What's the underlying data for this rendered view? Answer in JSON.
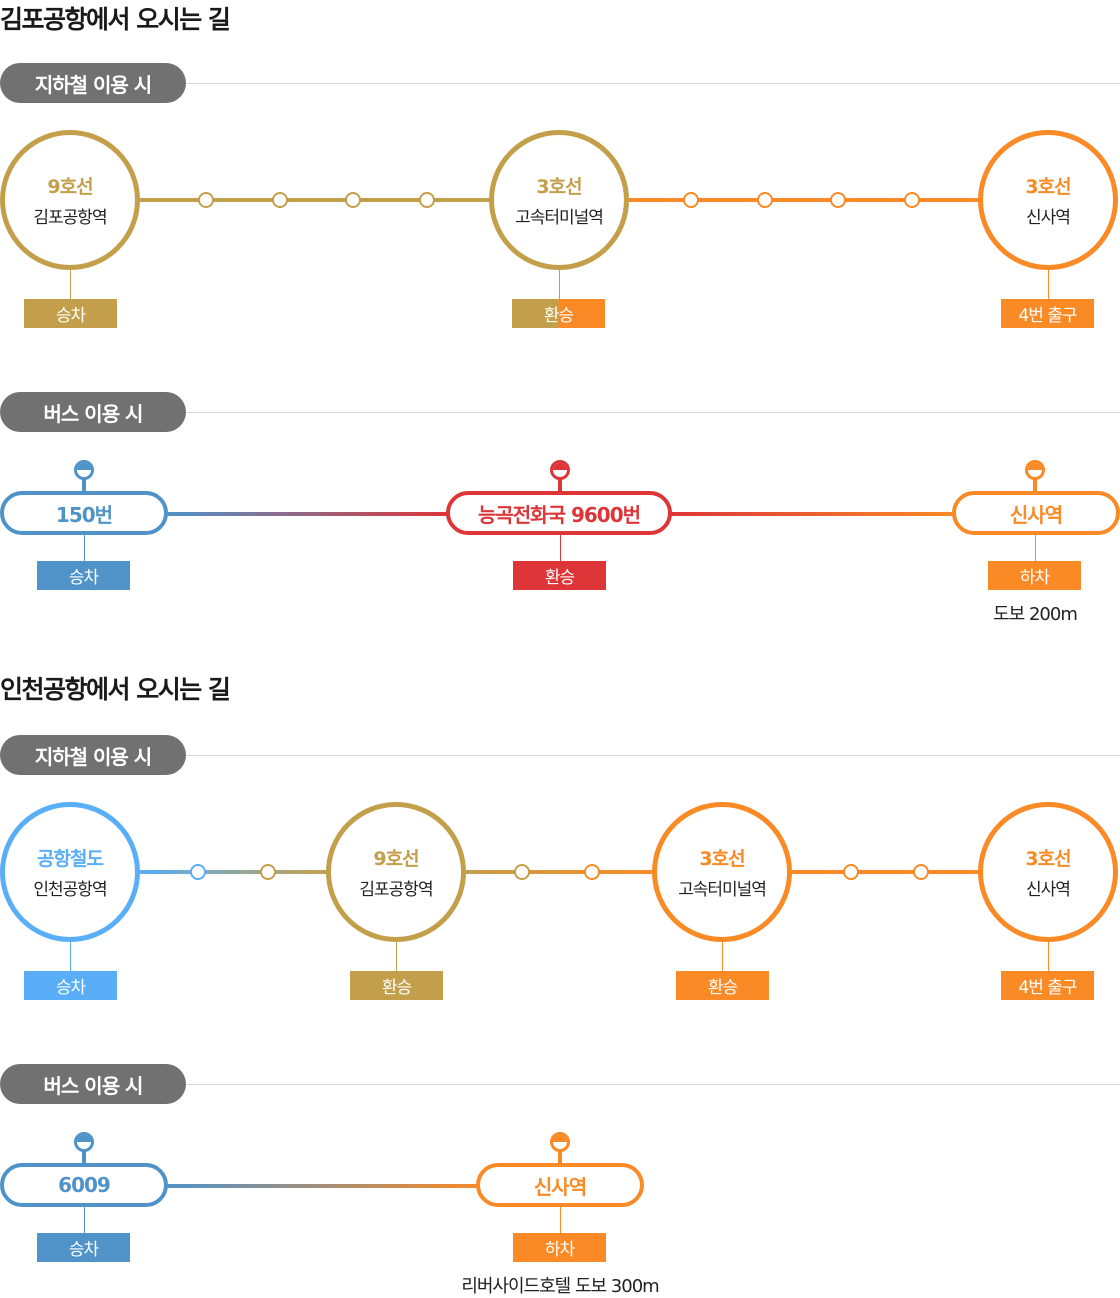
{
  "colors": {
    "gold": "#c49f4b",
    "orange": "#f98a26",
    "blue": "#4f93c9",
    "red": "#dd3538",
    "sky": "#5aaef7",
    "gray": "#717171"
  },
  "gimpo": {
    "title": "김포공항에서 오시는 길",
    "subway": {
      "heading": "지하철 이용 시",
      "stations": [
        {
          "line": "9호선",
          "name": "김포공항역",
          "tag": "승차"
        },
        {
          "line": "3호선",
          "name": "고속터미널역",
          "tag": "환승"
        },
        {
          "line": "3호선",
          "name": "신사역",
          "tag": "4번 출구"
        }
      ]
    },
    "bus": {
      "heading": "버스 이용 시",
      "stops": [
        {
          "name": "150번",
          "tag": "승차"
        },
        {
          "name": "능곡전화국 9600번",
          "tag": "환승"
        },
        {
          "name": "신사역",
          "tag": "하차",
          "note": "도보 200m"
        }
      ]
    }
  },
  "incheon": {
    "title": "인천공항에서 오시는 길",
    "subway": {
      "heading": "지하철 이용 시",
      "stations": [
        {
          "line": "공항철도",
          "name": "인천공항역",
          "tag": "승차"
        },
        {
          "line": "9호선",
          "name": "김포공항역",
          "tag": "환승"
        },
        {
          "line": "3호선",
          "name": "고속터미널역",
          "tag": "환승"
        },
        {
          "line": "3호선",
          "name": "신사역",
          "tag": "4번 출구"
        }
      ]
    },
    "bus": {
      "heading": "버스 이용 시",
      "stops": [
        {
          "name": "6009",
          "tag": "승차"
        },
        {
          "name": "신사역",
          "tag": "하차",
          "note": "리버사이드호텔 도보 300m"
        }
      ]
    }
  }
}
